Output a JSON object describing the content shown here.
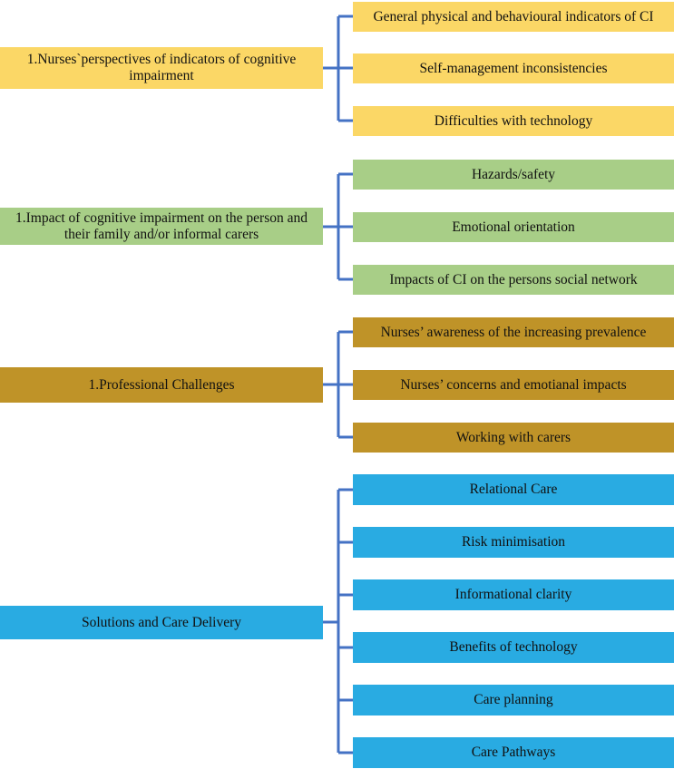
{
  "diagram": {
    "type": "hierarchy-tree",
    "orientation": "left-to-right",
    "connector_color": "#4472C4",
    "background": "#FFFFFF",
    "groups": [
      {
        "id": "group-1",
        "color": "#FBD766",
        "parent": "1.Nurses`perspectives of indicators of cognitive impairment",
        "children": [
          "General physical and behavioural indicators of CI",
          "Self-management inconsistencies",
          "Difficulties with technology"
        ]
      },
      {
        "id": "group-2",
        "color": "#A8CE87",
        "parent": "1.Impact of cognitive impairment on the person and their family and/or informal carers",
        "children": [
          "Hazards/safety",
          "Emotional orientation",
          "Impacts of CI on the persons social network"
        ]
      },
      {
        "id": "group-3",
        "color": "#BF9328",
        "parent": "1.Professional Challenges",
        "children": [
          "Nurses’ awareness of the increasing prevalence",
          "Nurses’ concerns and emotianal impacts",
          "Working with carers"
        ]
      },
      {
        "id": "group-4",
        "color": "#29ABE2",
        "parent": "Solutions and Care Delivery",
        "children": [
          "Relational Care",
          "Risk minimisation",
          "Informational clarity",
          "Benefits of technology",
          "Care planning",
          "Care Pathways"
        ]
      }
    ]
  }
}
